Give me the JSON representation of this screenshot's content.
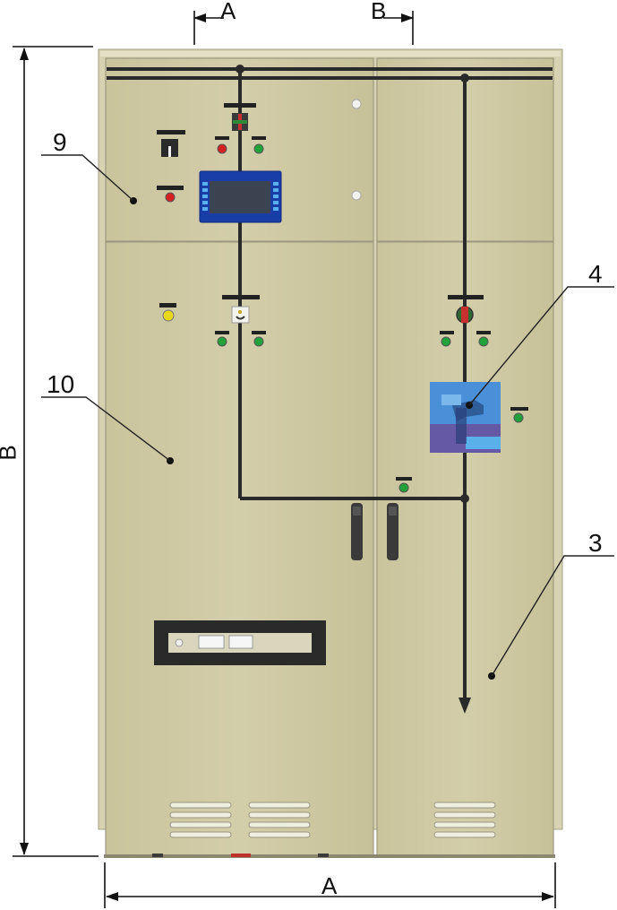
{
  "dimensions": {
    "top_left": "A",
    "top_right": "B",
    "height": "B",
    "width": "A"
  },
  "callouts": [
    {
      "id": "9"
    },
    {
      "id": "10"
    },
    {
      "id": "4"
    },
    {
      "id": "3"
    }
  ],
  "colors": {
    "cabinet": "#cfcaa2",
    "cabinet_edge": "#9e9a80",
    "busbar": "#2b2b2b",
    "indicator_green": "#22a23a",
    "indicator_red": "#d42222",
    "indicator_yellow": "#e8d81a",
    "hmi_frame": "#1a3ea8",
    "hmi_screen": "#3b4350",
    "switch_blue": "#4a90d8",
    "switch_purple": "#6a4f9c"
  },
  "icons": [
    "door-handle-icon",
    "ventilation-louver-icon",
    "flow-arrow-icon"
  ]
}
